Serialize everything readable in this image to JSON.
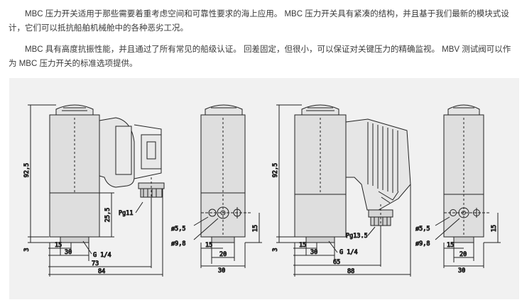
{
  "paragraphs": [
    "MBC 压力开关适用于那些需要着重考虑空间和可靠性要求的海上应用。 MBC 压力开关具有紧凑的结构，并且基于我们最新的模块式设计，它们可以抵抗船舶机械舱中的各种恶劣工况。",
    "MBC 具有高度抗振性能，并且通过了所有常见的船级认证。 回差固定，但很小，可以保证对关键压力的精确监视。 MBV 测试阀可以作为 MBC 压力开关的标准选项提供。"
  ],
  "figure": {
    "left_view": {
      "height_total": "92,5",
      "bottom_3": "3",
      "conn_height": "25,5",
      "cable_gland": "Pg11",
      "hole_small": "ø5,5",
      "hole_large": "ø9,8",
      "thread": "G 1/4",
      "w15": "15",
      "w30": "30",
      "w73": "73",
      "w84": "84",
      "side_15": "15",
      "side_w15": "15",
      "side_w20": "20",
      "side_w30": "30"
    },
    "right_view": {
      "height_total": "92,5",
      "bottom_3": "3",
      "cable_gland": "Pg13.5",
      "thread": "G 1/4",
      "hole_small": "ø5,5",
      "hole_large": "ø9,8",
      "w15": "15",
      "w30": "30",
      "w65": "65",
      "w88": "88",
      "side_15": "15",
      "side_w15": "15",
      "side_w20": "20",
      "side_w30": "30"
    }
  }
}
